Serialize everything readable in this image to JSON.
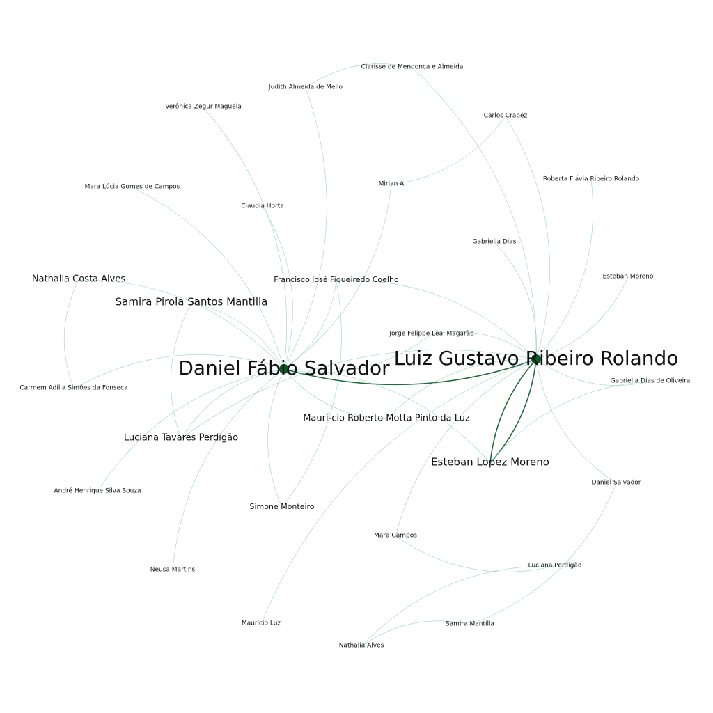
{
  "graph": {
    "edge_color_light": "#9fd3c0",
    "edge_color_strong": "#1e6e3a",
    "node_color": "#0b5a2a",
    "nodes": [
      {
        "id": "daniel-fabio-salvador",
        "label": "Daniel Fábio Salvador",
        "hub": true
      },
      {
        "id": "luiz-gustavo-ribeiro-rolando",
        "label": "Luiz Gustavo Ribeiro Rolando",
        "hub": true
      },
      {
        "id": "clarisse",
        "label": "Clarisse de Mendonça e Almeida"
      },
      {
        "id": "judith",
        "label": "Judith Almeida de Mello"
      },
      {
        "id": "veronica",
        "label": "Verônica Zegur Maguela"
      },
      {
        "id": "carlos",
        "label": "Carlos Crapez"
      },
      {
        "id": "roberta",
        "label": "Roberta Flávia Ribeiro Rolando"
      },
      {
        "id": "mara-lucia",
        "label": "Mara Lúcia Gomes de Campos"
      },
      {
        "id": "mirian",
        "label": "Mirian A"
      },
      {
        "id": "claudia",
        "label": "Claudia Horta"
      },
      {
        "id": "gabriella-dias",
        "label": "Gabriella Dias"
      },
      {
        "id": "esteban-moreno",
        "label": "Esteban Moreno"
      },
      {
        "id": "nathalia-costa",
        "label": "Nathalia Costa Alves"
      },
      {
        "id": "francisco",
        "label": "Francisco José Figueiredo Coelho"
      },
      {
        "id": "samira-pirola",
        "label": "Samira Pirola Santos Mantilla"
      },
      {
        "id": "jorge",
        "label": "Jorge Felippe Leal Magarão"
      },
      {
        "id": "gabriella-oliveira",
        "label": "Gabriella Dias de Oliveira"
      },
      {
        "id": "carmem",
        "label": "Carmem Adilia Simões da Fonseca"
      },
      {
        "id": "mauricio-roberto",
        "label": "Maurí-cio Roberto Motta Pinto da Luz"
      },
      {
        "id": "luciana-tavares",
        "label": "Luciana Tavares Perdigão"
      },
      {
        "id": "esteban-lopez",
        "label": "Esteban Lopez Moreno"
      },
      {
        "id": "daniel-salvador",
        "label": "Daniel Salvador"
      },
      {
        "id": "andre",
        "label": "André Henrique Silva Souza"
      },
      {
        "id": "simone",
        "label": "Simone Monteiro"
      },
      {
        "id": "mara-campos",
        "label": "Mara Campos"
      },
      {
        "id": "luciana-perdigao",
        "label": "Luciana Perdigão"
      },
      {
        "id": "neusa",
        "label": "Neusa Martins"
      },
      {
        "id": "mauricio-luz",
        "label": "Maurício Luz"
      },
      {
        "id": "samira-mantilla",
        "label": "Samira Mantilla"
      },
      {
        "id": "nathalia-alves",
        "label": "Nathalia Alves"
      }
    ],
    "edges": [
      {
        "source": "daniel-fabio-salvador",
        "target": "luiz-gustavo-ribeiro-rolando",
        "strong": true
      },
      {
        "source": "luiz-gustavo-ribeiro-rolando",
        "target": "esteban-lopez",
        "strong": true
      },
      {
        "source": "esteban-lopez",
        "target": "luiz-gustavo-ribeiro-rolando",
        "strong": true
      },
      {
        "source": "daniel-fabio-salvador",
        "target": "judith"
      },
      {
        "source": "daniel-fabio-salvador",
        "target": "veronica"
      },
      {
        "source": "daniel-fabio-salvador",
        "target": "mara-lucia"
      },
      {
        "source": "daniel-fabio-salvador",
        "target": "claudia"
      },
      {
        "source": "daniel-fabio-salvador",
        "target": "mirian"
      },
      {
        "source": "daniel-fabio-salvador",
        "target": "nathalia-costa"
      },
      {
        "source": "daniel-fabio-salvador",
        "target": "samira-pirola"
      },
      {
        "source": "daniel-fabio-salvador",
        "target": "francisco"
      },
      {
        "source": "daniel-fabio-salvador",
        "target": "carmem"
      },
      {
        "source": "daniel-fabio-salvador",
        "target": "luciana-tavares"
      },
      {
        "source": "daniel-fabio-salvador",
        "target": "andre"
      },
      {
        "source": "daniel-fabio-salvador",
        "target": "simone"
      },
      {
        "source": "daniel-fabio-salvador",
        "target": "mauricio-roberto"
      },
      {
        "source": "daniel-fabio-salvador",
        "target": "jorge"
      },
      {
        "source": "daniel-fabio-salvador",
        "target": "neusa"
      },
      {
        "source": "luiz-gustavo-ribeiro-rolando",
        "target": "clarisse"
      },
      {
        "source": "luiz-gustavo-ribeiro-rolando",
        "target": "carlos"
      },
      {
        "source": "luiz-gustavo-ribeiro-rolando",
        "target": "roberta"
      },
      {
        "source": "luiz-gustavo-ribeiro-rolando",
        "target": "gabriella-dias"
      },
      {
        "source": "luiz-gustavo-ribeiro-rolando",
        "target": "esteban-moreno"
      },
      {
        "source": "luiz-gustavo-ribeiro-rolando",
        "target": "gabriella-oliveira"
      },
      {
        "source": "luiz-gustavo-ribeiro-rolando",
        "target": "daniel-salvador"
      },
      {
        "source": "luiz-gustavo-ribeiro-rolando",
        "target": "mara-campos"
      },
      {
        "source": "luiz-gustavo-ribeiro-rolando",
        "target": "mauricio-roberto"
      },
      {
        "source": "luiz-gustavo-ribeiro-rolando",
        "target": "jorge"
      },
      {
        "source": "luiz-gustavo-ribeiro-rolando",
        "target": "mauricio-luz"
      },
      {
        "source": "luiz-gustavo-ribeiro-rolando",
        "target": "luciana-tavares"
      },
      {
        "source": "luiz-gustavo-ribeiro-rolando",
        "target": "francisco"
      },
      {
        "source": "mirian",
        "target": "carlos"
      },
      {
        "source": "clarisse",
        "target": "judith"
      },
      {
        "source": "samira-pirola",
        "target": "luciana-tavares"
      },
      {
        "source": "nathalia-costa",
        "target": "carmem"
      },
      {
        "source": "simone",
        "target": "francisco"
      },
      {
        "source": "mara-campos",
        "target": "luciana-perdigao"
      },
      {
        "source": "samira-mantilla",
        "target": "nathalia-alves"
      },
      {
        "source": "samira-mantilla",
        "target": "daniel-salvador"
      },
      {
        "source": "luciana-perdigao",
        "target": "nathalia-alves"
      },
      {
        "source": "esteban-lopez",
        "target": "daniel-fabio-salvador"
      },
      {
        "source": "gabriella-oliveira",
        "target": "esteban-lopez"
      }
    ]
  }
}
